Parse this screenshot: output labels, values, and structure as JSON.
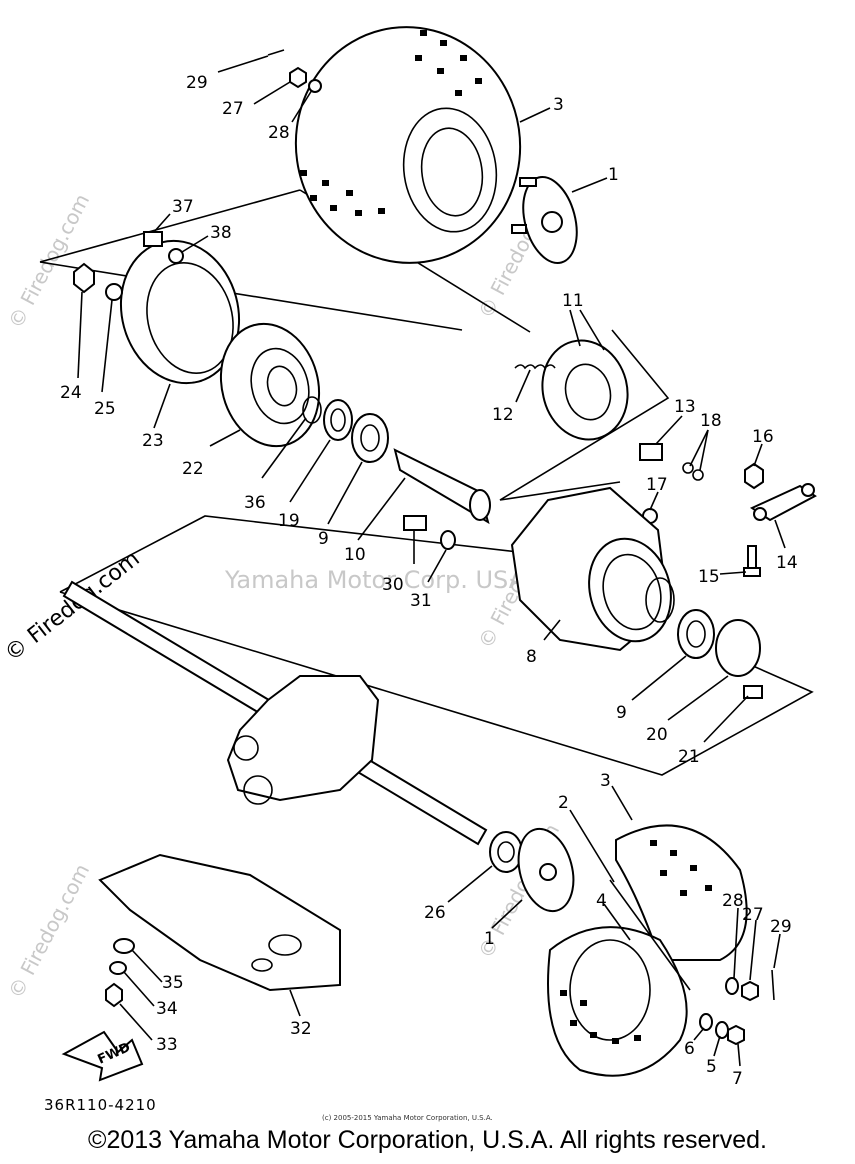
{
  "diagram": {
    "callouts": {
      "c29a": "29",
      "c27a": "27",
      "c28a": "28",
      "c3a": "3",
      "c1a": "1",
      "c37": "37",
      "c38": "38",
      "c24": "24",
      "c25": "25",
      "c23": "23",
      "c11": "11",
      "c12": "12",
      "c13": "13",
      "c18": "18",
      "c16": "16",
      "c17": "17",
      "c14": "14",
      "c15": "15",
      "c22": "22",
      "c36": "36",
      "c19": "19",
      "c9a": "9",
      "c10": "10",
      "c30": "30",
      "c31": "31",
      "c8": "8",
      "c9b": "9",
      "c20": "20",
      "c21": "21",
      "c2": "2",
      "c3b": "3",
      "c26": "26",
      "c1b": "1",
      "c4": "4",
      "c28b": "28",
      "c27b": "27",
      "c29b": "29",
      "c35": "35",
      "c34": "34",
      "c33": "33",
      "c32": "32",
      "c6": "6",
      "c5": "5",
      "c7": "7"
    },
    "fwd_label": "FWD",
    "watermarks": {
      "w1": "© Firedog.com",
      "w2": "© Firedog.com",
      "w3": "© Firedog.com",
      "w4": "© Firedog.com",
      "w5": "© Firedog.com",
      "w6": "Yamaha Motor Corp. USA"
    },
    "drawing_code": "36R110-4210",
    "small_copyright": "(c) 2005-2015 Yamaha Motor Corporation, U.S.A.",
    "copyright": "©2013 Yamaha Motor Corporation, U.S.A. All rights reserved."
  }
}
